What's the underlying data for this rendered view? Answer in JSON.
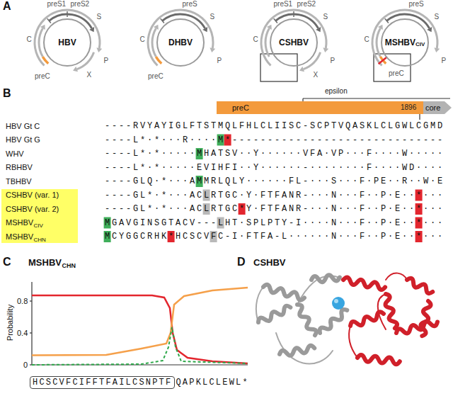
{
  "diagram": {
    "nodes": [
      {
        "text": [
          "HBV"
        ]
      },
      {
        "text": [
          "DHBV"
        ]
      },
      {
        "text": [
          "CSHBV"
        ]
      },
      {
        "text": [
          "MSHBV",
          "CIV"
        ]
      },
      {
        "text": [
          "preC"
        ]
      },
      {
        "text": [
          "core"
        ]
      },
      {
        "text": [
          "HCSCVFCIFFTFAILCSNPTF"
        ]
      }
    ],
    "labels": [
      "A",
      "preS1",
      "preS2",
      "S",
      "C",
      "P",
      "X",
      "preC",
      "preS",
      "S",
      "C",
      "P",
      "preC",
      "preS1",
      "preS2",
      "S",
      "C",
      "P",
      "X",
      "preS",
      "S",
      "C",
      "P",
      "preC",
      "B",
      "epsilon",
      "1896",
      "HBV Gt C",
      "----RVYAYIGLFTSTMQLFHLCLIISC-SCPTVQASKLCLGWLCGMD",
      "HBV Gt G",
      "----L*·*···R····M*------------------------------",
      "WHV",
      "----L*·*·····MHATSV··Y······VFA·VP···F····W·····",
      "RBHBV",
      "----L*·*·····EVIHFI··Y······-········F····WD····",
      "TBHBV",
      "----GLQ·*···AMMRLQLY······FL-···S···F·PE··R··W·E",
      "CSHBV (var. 1)",
      "----GL*·*···ACLRTGC·Y·FTFANR-···N···F··P·E··*···",
      "CSHBV (var. 2)",
      "----GL*·*···ACLRTGC*Y·FTFANR-···N···F··P·E··*···",
      "MSHBV",
      "CIV",
      "MGAVGINSGTACV---LHT·SPLPTY-I····N···F··P·E··*···",
      "MSHBV",
      "CHN",
      "MCYGGCRHK*HCSCVFC-I·FTFA-L······N···F··P·E··*···",
      "C",
      "MSHBV",
      "CHN",
      "Probability",
      "0.8",
      "0.4",
      "0",
      "QAPKLCLEWL*",
      "D",
      "CSHBV"
    ]
  }
}
